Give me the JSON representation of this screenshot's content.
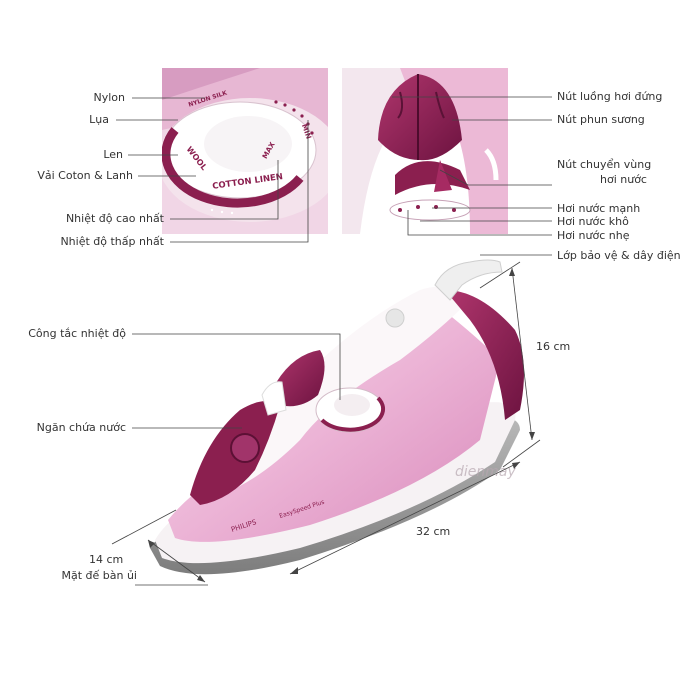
{
  "labels_left": {
    "nylon": "Nylon",
    "lua": "Lụa",
    "len": "Len",
    "cotton_linen": "Vải Coton & Lanh",
    "temp_high": "Nhiệt độ cao nhất",
    "temp_low": "Nhiệt độ thấp nhất",
    "thermostat": "Công tắc nhiệt độ",
    "water_tank": "Ngăn chứa nước",
    "soleplate": "Mặt đế bàn ủi"
  },
  "labels_right": {
    "vertical_steam": "Nút luồng hơi đứng",
    "spray": "Nút phun sương",
    "steam_switch_l1": "Nút chuyển vùng",
    "steam_switch_l2": "hơi nước",
    "steam_strong": "Hơi nước mạnh",
    "steam_dry": "Hơi nước khô",
    "steam_light": "Hơi nước nhẹ",
    "cord_guard": "Lớp bảo vệ & dây điện"
  },
  "dimensions": {
    "height": "16 cm",
    "length": "32 cm",
    "width": "14 cm"
  },
  "dial_text": {
    "wool": "WOOL",
    "cotton_linen": "COTTON LINEN",
    "nylon_silk": "NYLON SILK",
    "max": "MAX",
    "min": "MIN"
  },
  "brand": {
    "logo": "PHILIPS",
    "model": "EasySpeed Plus"
  },
  "watermark": "dienmay",
  "colors": {
    "iron_pink": "#e9a9d0",
    "iron_magenta": "#8b1f4f",
    "iron_white": "#f6f2f4",
    "line": "#444444"
  }
}
